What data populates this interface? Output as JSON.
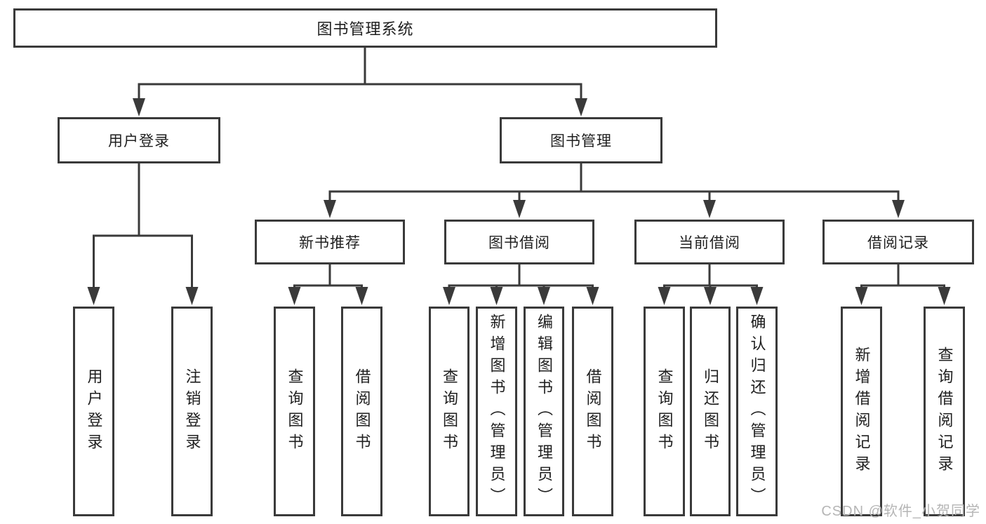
{
  "diagram": {
    "root": {
      "label": "图书管理系统"
    },
    "level2": [
      {
        "label": "用户登录"
      },
      {
        "label": "图书管理"
      }
    ],
    "level3": [
      {
        "label": "新书推荐"
      },
      {
        "label": "图书借阅"
      },
      {
        "label": "当前借阅"
      },
      {
        "label": "借阅记录"
      }
    ],
    "leaves": [
      {
        "label": "用户登录"
      },
      {
        "label": "注销登录"
      },
      {
        "label": "查询图书"
      },
      {
        "label": "借阅图书"
      },
      {
        "label": "查询图书"
      },
      {
        "label": "新增图书（管理员）"
      },
      {
        "label": "编辑图书（管理员）"
      },
      {
        "label": "借阅图书"
      },
      {
        "label": "查询图书"
      },
      {
        "label": "归还图书"
      },
      {
        "label": "确认归还（管理员）"
      },
      {
        "label": "新增借阅记录"
      },
      {
        "label": "查询借阅记录"
      }
    ]
  },
  "watermark": {
    "text": "CSDN @软件_小贺同学"
  },
  "colors": {
    "line": "#3a3a3a",
    "box_border": "#3a3a3a",
    "text": "#1f1f1f",
    "watermark": "#b5b5b5",
    "background": "#ffffff"
  }
}
